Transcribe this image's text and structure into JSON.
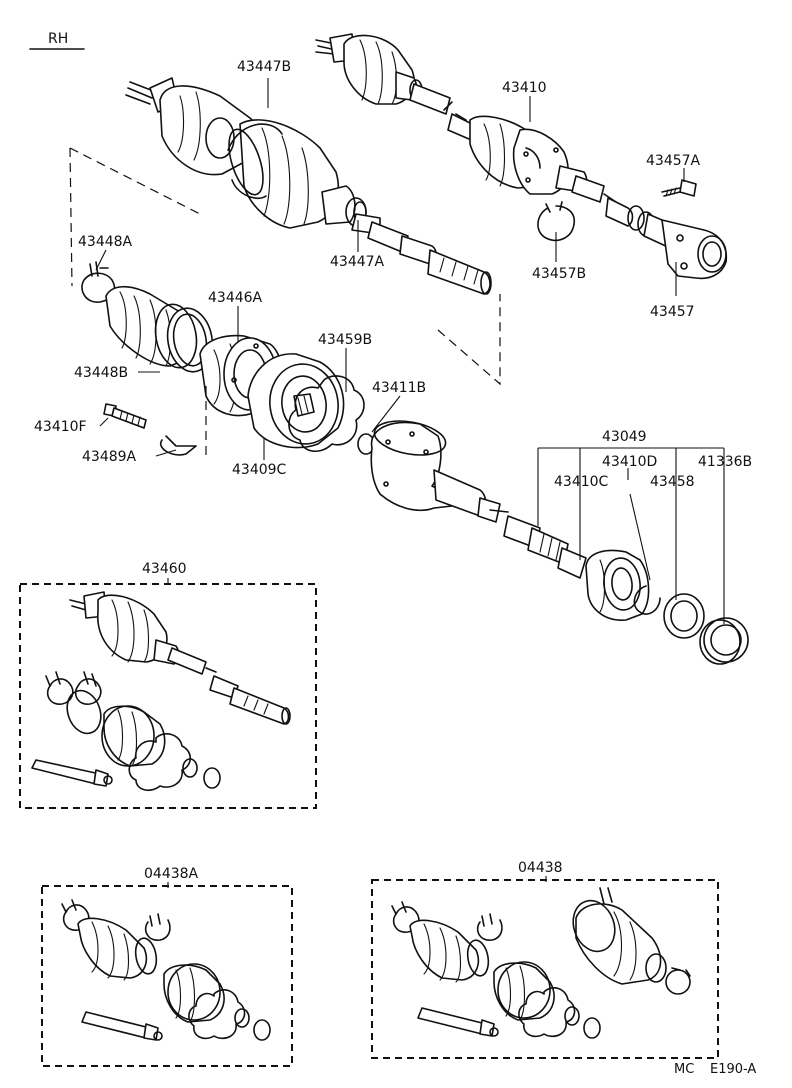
{
  "header": {
    "side": "RH"
  },
  "labels": {
    "p43447B": "43447B",
    "p43410": "43410",
    "p43457A": "43457A",
    "p43448A": "43448A",
    "p43447A": "43447A",
    "p43457B": "43457B",
    "p43446A": "43446A",
    "p43457": "43457",
    "p43459B": "43459B",
    "p43448B": "43448B",
    "p43411B": "43411B",
    "p43410F": "43410F",
    "p43489A": "43489A",
    "p43409C": "43409C",
    "p43049": "43049",
    "p43410D": "43410D",
    "p41336B": "41336B",
    "p43410C": "43410C",
    "p43458": "43458",
    "p43460": "43460",
    "p04438A": "04438A",
    "p04438": "04438"
  },
  "footer": {
    "code_prefix": "MC",
    "code": "E190-A"
  },
  "icons": [
    "drive-shaft-icon",
    "boot-icon",
    "boot-clamp-icon",
    "grease-tube-icon",
    "snap-ring-icon",
    "bearing-icon",
    "bracket-icon",
    "bolt-icon"
  ]
}
